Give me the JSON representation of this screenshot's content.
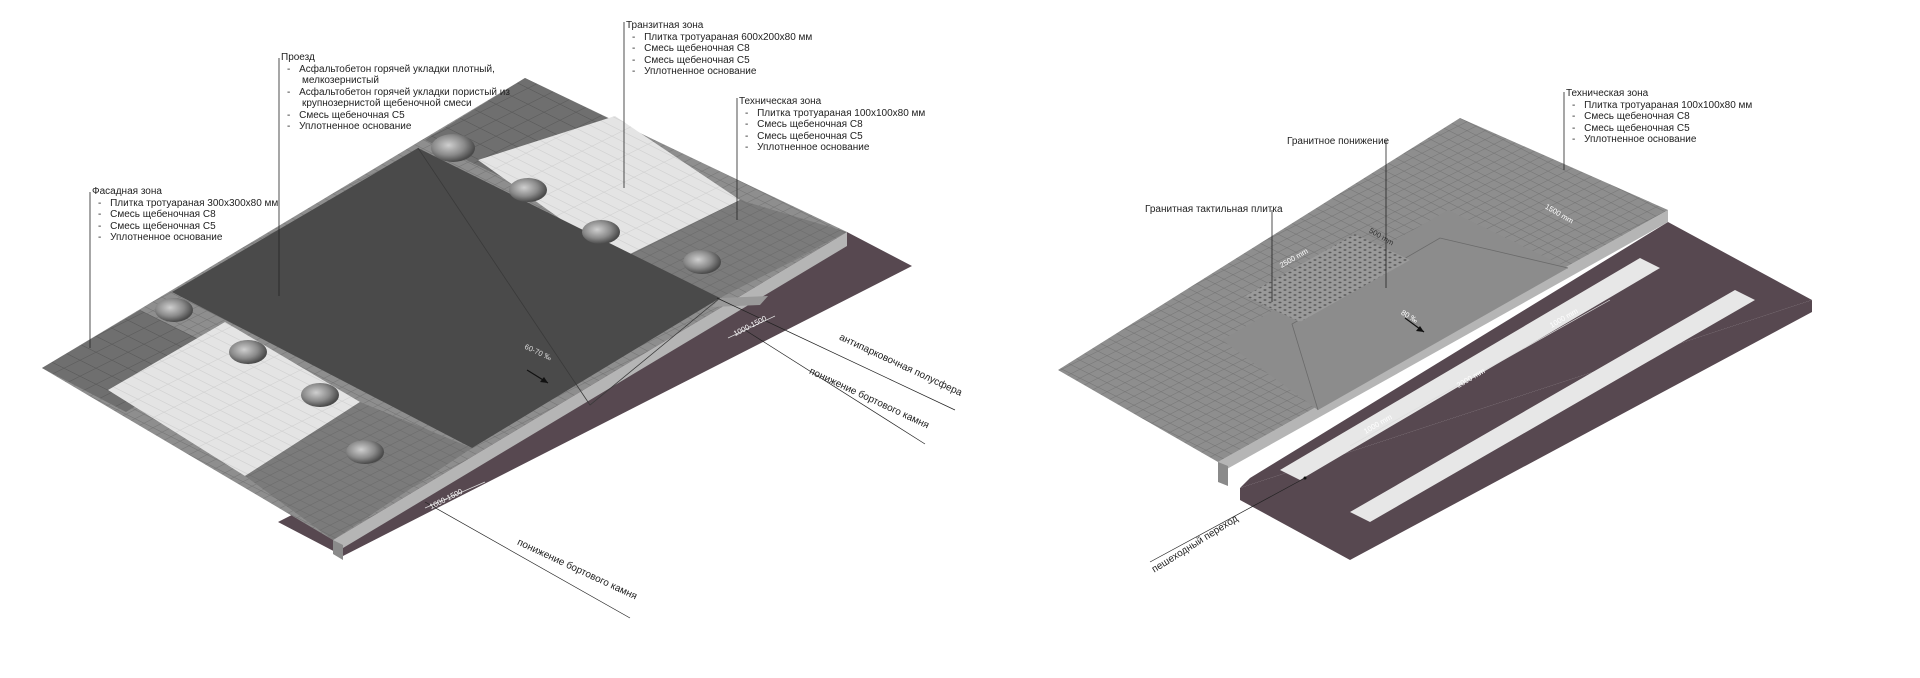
{
  "left": {
    "facade": {
      "title": "Фасадная зона",
      "items": [
        "Плитка тротуараная 300x300x80 мм",
        "Смесь щебеночная С8",
        "Смесь щебеночная С5",
        "Уплотненное основание"
      ]
    },
    "road": {
      "title": "Проезд",
      "items": [
        "Асфальтобетон горячей укладки плотный,",
        "мелкозернистый",
        "Асфальтобетон горячей укладки пористый из",
        "крупнозернистой щебеночной смеси",
        "Смесь щебеночная С5",
        "Уплотненное основание"
      ]
    },
    "transit": {
      "title": "Транзитная зона",
      "items": [
        "Плитка тротуараная 600x200x80 мм",
        "Смесь щебеночная С8",
        "Смесь щебеночная С5",
        "Уплотненное основание"
      ]
    },
    "technical": {
      "title": "Техническая зона",
      "items": [
        "Плитка тротуараная 100x100x80 мм",
        "Смесь щебеночная С8",
        "Смесь щебеночная С5",
        "Уплотненное основание"
      ]
    },
    "callouts": {
      "antiparking": "антипарковочная полусфера",
      "curb_drop_1": "понижение бортового камня",
      "curb_drop_2": "понижение бортового камня"
    },
    "dims": {
      "slope": "60-70 ‰",
      "d1": "1000-1500",
      "d2": "1000-1500"
    }
  },
  "right": {
    "technical": {
      "title": "Техническая зона",
      "items": [
        "Плитка тротуараная 100x100x80 мм",
        "Смесь щебеночная С8",
        "Смесь щебеночная С5",
        "Уплотненное основание"
      ]
    },
    "granite_drop": "Гранитное понижение",
    "tactile": "Гранитная тактильная плитка",
    "crossing": "пешеходный переход",
    "dims": {
      "d2500": "2500 mm",
      "d500": "500 mm",
      "d1500": "1500 mm",
      "slope": "80 ‰",
      "d1000a": "1000 mm",
      "d2000": "2000 mm",
      "d1000b": "1000 mm"
    }
  }
}
